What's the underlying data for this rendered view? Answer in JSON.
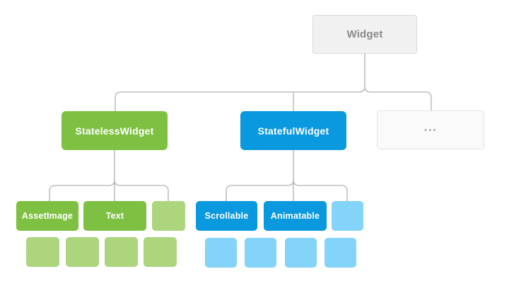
{
  "nodes": {
    "widget": {
      "label": "Widget"
    },
    "stateless_widget": {
      "label": "StatelessWidget"
    },
    "stateful_widget": {
      "label": "StatefulWidget"
    },
    "more": {
      "label": "..."
    },
    "asset_image": {
      "label": "AssetImage"
    },
    "text": {
      "label": "Text"
    },
    "scrollable": {
      "label": "Scrollable"
    },
    "animatable": {
      "label": "Animatable"
    }
  },
  "colors": {
    "green": "#7EC142",
    "green-light": "#ACD57E",
    "blue": "#0A98DF",
    "blue-light": "#83D4F8",
    "connector": "#BFBFBF",
    "neutral-bg": "#F1F1F1",
    "neutral-border": "#DBDBDB",
    "neutral-text": "#8A8A8A",
    "more-bg": "#FAFAFA",
    "more-border": "#E3E3E3",
    "more-text": "#9AA0A6"
  }
}
